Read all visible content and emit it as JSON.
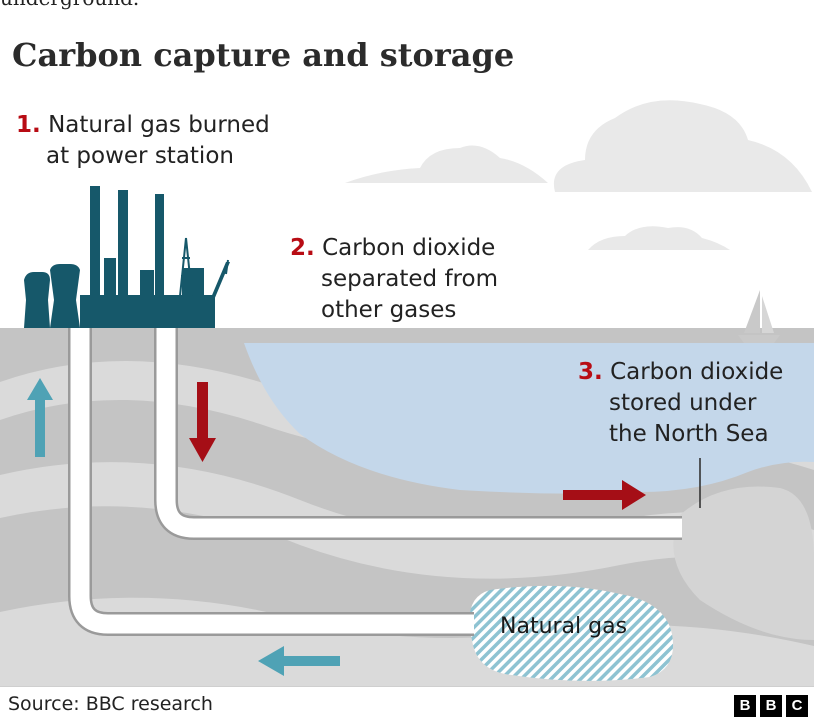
{
  "header": {
    "cut_text": "underground.",
    "title": "Carbon capture and storage"
  },
  "steps": [
    {
      "number": "1.",
      "lines": [
        "Natural gas burned",
        "at power station"
      ]
    },
    {
      "number": "2.",
      "lines": [
        "Carbon dioxide",
        "separated from",
        "other gases"
      ]
    },
    {
      "number": "3.",
      "lines": [
        "Carbon dioxide",
        "stored under",
        "the North Sea"
      ]
    }
  ],
  "reservoir_label": "Natural gas",
  "footer": {
    "source": "Source: BBC research",
    "logo_letters": [
      "B",
      "B",
      "C"
    ]
  },
  "colors": {
    "step_number": "#b80c14",
    "co2_arrow": "#a50e16",
    "gas_arrow": "#4fa2b5",
    "plant": "#16586a",
    "sea": "#c4d7ea",
    "ground": "#c4c4c4",
    "ground_band": "#dadada",
    "pipe": "#ffffff"
  },
  "icons": [
    "power-station-icon",
    "cloud-icon",
    "sailboat-icon",
    "arrow-icon"
  ]
}
